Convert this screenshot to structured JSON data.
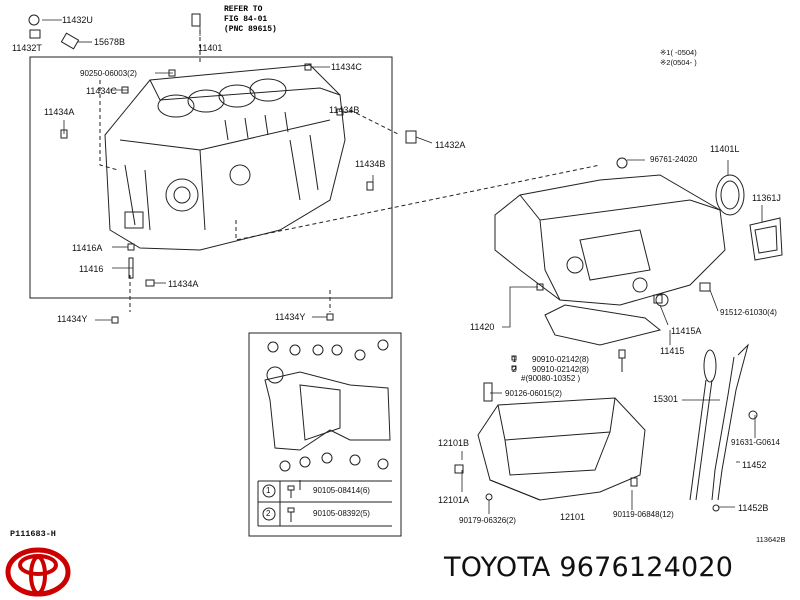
{
  "brand_title": "TOYOTA 9676124020",
  "illustration_id": "P111683-H",
  "figure_code": "113642B",
  "brand_colors": {
    "logo": "#cc0000",
    "line_art": "#222222"
  },
  "reference": {
    "line1": "REFER TO",
    "line2": "FIG  84-01",
    "line3": "(PNC 89615)"
  },
  "notes": {
    "note1": "※1(    -0504)",
    "note2": "※2(0504-    )"
  },
  "parts": {
    "p11432U": "11432U",
    "p15678B": "15678B",
    "p11432T": "11432T",
    "p11401": "11401",
    "p90250": "90250-06003(2)",
    "p11434C_a": "11434C",
    "p11434C_b": "11434C",
    "p11434A_a": "11434A",
    "p11434B_a": "11434B",
    "p11432A": "11432A",
    "p11434B_b": "11434B",
    "p11416A": "11416A",
    "p11416": "11416",
    "p11434A_b": "11434A",
    "p11434Y_a": "11434Y",
    "p11434Y_b": "11434Y",
    "p96761": "96761-24020",
    "p11401L": "11401L",
    "p11361J": "11361J",
    "p91512": "91512-61030(4)",
    "p11420": "11420",
    "p11415A": "11415A",
    "p11415": "11415",
    "p90910_1": "90910-02142(8)",
    "p90910_2": "90910-02142(8)",
    "p90080": "#(90080-10352 )",
    "p90126": "90126-06015(2)",
    "p15301": "15301",
    "p91631": "91631-G0614",
    "p12101B": "12101B",
    "p11452": "11452",
    "p12101A": "12101A",
    "p90179": "90179-06326(2)",
    "p12101": "12101",
    "p90119": "90119-06848(12)",
    "p11452B": "11452B"
  },
  "callouts": {
    "c1": "1",
    "c2": "2",
    "c1s": "1",
    "c2s": "2"
  },
  "inset_table": [
    {
      "mark": "1",
      "part": "90105-08414(6)"
    },
    {
      "mark": "2",
      "part": "90105-08392(5)"
    }
  ]
}
